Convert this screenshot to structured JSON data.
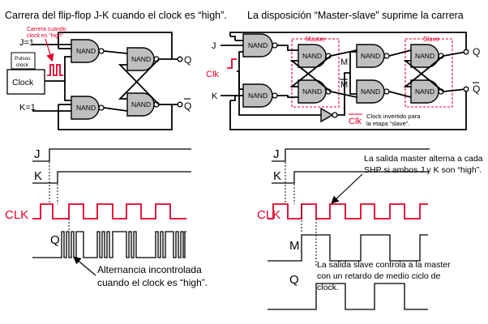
{
  "titles": {
    "left": "Carrera del flip-flop J-K cuando el clock es “high”.",
    "right": "La disposición “Master-slave” suprime la carrera"
  },
  "gate_label": "NAND",
  "left_circuit": {
    "j_label": "J=1",
    "k_label": "K=1",
    "q_label": "Q",
    "qbar_label": "Q",
    "clock_label": "Clock",
    "pulses_label_1": "Pulsos",
    "pulses_label_2": "clock",
    "race_note_1": "Carrera cuando",
    "race_note_2": "clock es “high”"
  },
  "right_circuit": {
    "j_label": "J",
    "k_label": "K",
    "clk_label": "Clk",
    "clkbar_label": "Clk",
    "m_label": "M",
    "mbar_label": "M",
    "q_label": "Q",
    "qbar_label": "Q",
    "master_label": "Master",
    "slave_label": "Slave",
    "inv_note_1": "Clock invertido para",
    "inv_note_2": "la etapa “slave”."
  },
  "left_timing": {
    "j_label": "J",
    "k_label": "K",
    "clk_label": "CLK",
    "q_label": "Q",
    "caption_1": "Alternancia incontrolada",
    "caption_2": "cuando el clock es “high”."
  },
  "right_timing": {
    "j_label": "J",
    "k_label": "K",
    "clk_label": "CLK",
    "m_label": "M",
    "q_label": "Q",
    "note_master_1": "La salida master alterna a cada",
    "note_master_2": "SHP si ambos J y K son “high”.",
    "note_slave_1": "La salida slave controla a la master",
    "note_slave_2": "con un retardo de medio ciclo de",
    "note_slave_3": "clock."
  },
  "colors": {
    "accent_red": "#e0002a",
    "gate_gray": "#bfbfbf"
  }
}
